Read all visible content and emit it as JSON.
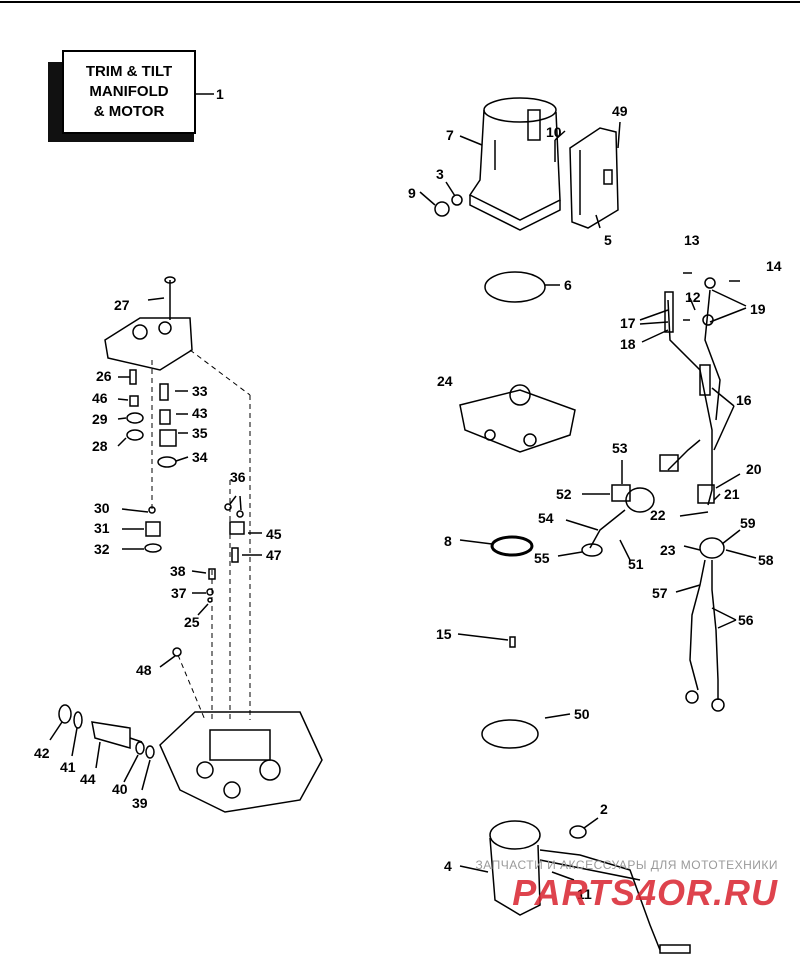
{
  "title_box": {
    "lines": [
      "TRIM & TILT",
      "MANIFOLD",
      "& MOTOR"
    ]
  },
  "callouts": {
    "1": "1",
    "2": "2",
    "3": "3",
    "4": "4",
    "5": "5",
    "6": "6",
    "7": "7",
    "8": "8",
    "9": "9",
    "10": "10",
    "11": "11",
    "12": "12",
    "13": "13",
    "14": "14",
    "15": "15",
    "16": "16",
    "17": "17",
    "18": "18",
    "19": "19",
    "20": "20",
    "21": "21",
    "22": "22",
    "23": "23",
    "24": "24",
    "25": "25",
    "26": "26",
    "27": "27",
    "28": "28",
    "29": "29",
    "30": "30",
    "31": "31",
    "32": "32",
    "33": "33",
    "34": "34",
    "35": "35",
    "36": "36",
    "37": "37",
    "38": "38",
    "39": "39",
    "40": "40",
    "41": "41",
    "42": "42",
    "43": "43",
    "44": "44",
    "45": "45",
    "46": "46",
    "47": "47",
    "48": "48",
    "49": "49",
    "50": "50",
    "51": "51",
    "52": "52",
    "53": "53",
    "54": "54",
    "55": "55",
    "56": "56",
    "57": "57",
    "58": "58",
    "59": "59"
  },
  "watermark": {
    "line1": "ЗАПЧАСТИ И АКСЕССУАРЫ ДЛЯ МОТОТЕХНИКИ",
    "line2": "PARTS4OR.RU",
    "color": "#d9232e"
  }
}
